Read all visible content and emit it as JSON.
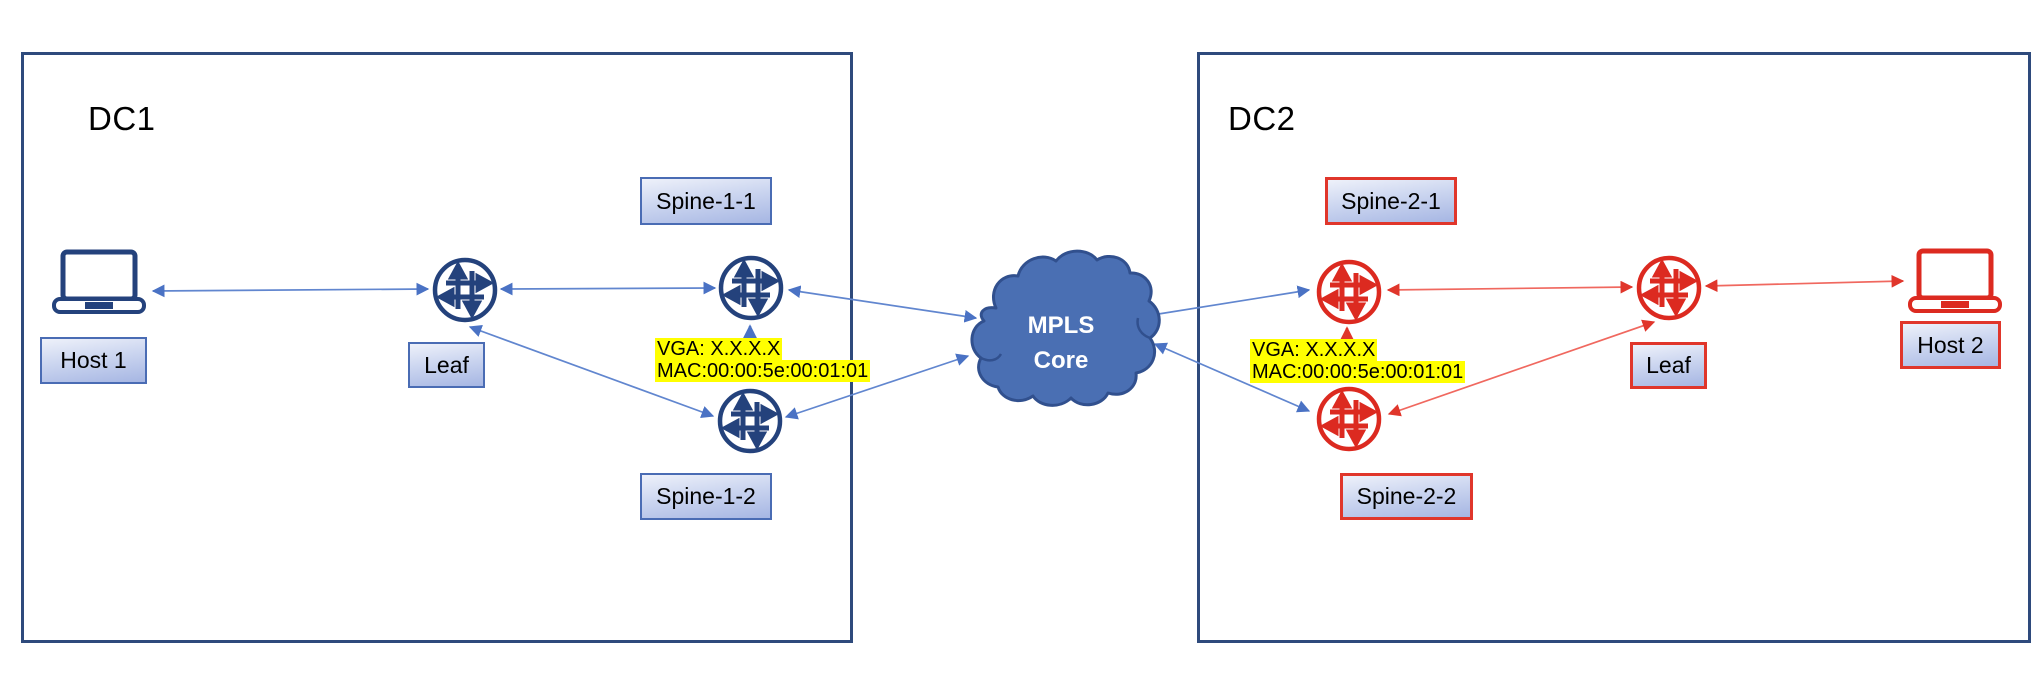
{
  "diagram": {
    "dc1": {
      "title": "DC1",
      "host_label": "Host 1",
      "leaf_label": "Leaf",
      "spine1_label": "Spine-1-1",
      "spine2_label": "Spine-1-2",
      "gateway_note_line1": "VGA: X.X.X.X",
      "gateway_note_line2": "MAC:00:00:5e:00:01:01"
    },
    "core": {
      "label_line1": "MPLS",
      "label_line2": "Core"
    },
    "dc2": {
      "title": "DC2",
      "host_label": "Host 2",
      "leaf_label": "Leaf",
      "spine1_label": "Spine-2-1",
      "spine2_label": "Spine-2-2",
      "gateway_note_line1": "VGA: X.X.X.X",
      "gateway_note_line2": "MAC:00:00:5e:00:01:01"
    },
    "colors": {
      "dc_border": "#2e4a7c",
      "blue_device": "#24427c",
      "blue_arrow": "#4a72c4",
      "red_device": "#dc2a20",
      "red_arrow": "#e0362b",
      "label_fill_top": "#eef1fa",
      "label_fill_bottom": "#a6b6e3",
      "label_border_blue": "#4a6cb4",
      "label_border_red": "#e0362b",
      "highlight": "#ffff00",
      "cloud_fill": "#4a6fb3",
      "cloud_border": "#31508e"
    }
  }
}
